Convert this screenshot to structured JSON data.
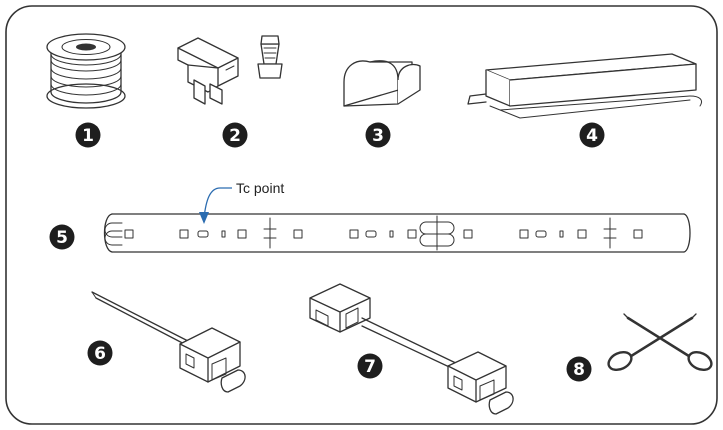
{
  "items": [
    {
      "number": "1",
      "icon": "wire-spool-icon"
    },
    {
      "number": "2",
      "icon": "wire-connectors-icon"
    },
    {
      "number": "3",
      "icon": "mounting-clip-icon"
    },
    {
      "number": "4",
      "icon": "led-driver-power-supply-icon"
    },
    {
      "number": "5",
      "icon": "led-strip-icon"
    },
    {
      "number": "6",
      "icon": "lead-wire-connector-icon"
    },
    {
      "number": "7",
      "icon": "jumper-connector-cable-icon"
    },
    {
      "number": "8",
      "icon": "scissors-icon"
    }
  ],
  "led_strip": {
    "callout_label": "Tc point"
  },
  "colors": {
    "outline": "#333333",
    "badge": "#1e1e1e",
    "background": "#ffffff"
  }
}
